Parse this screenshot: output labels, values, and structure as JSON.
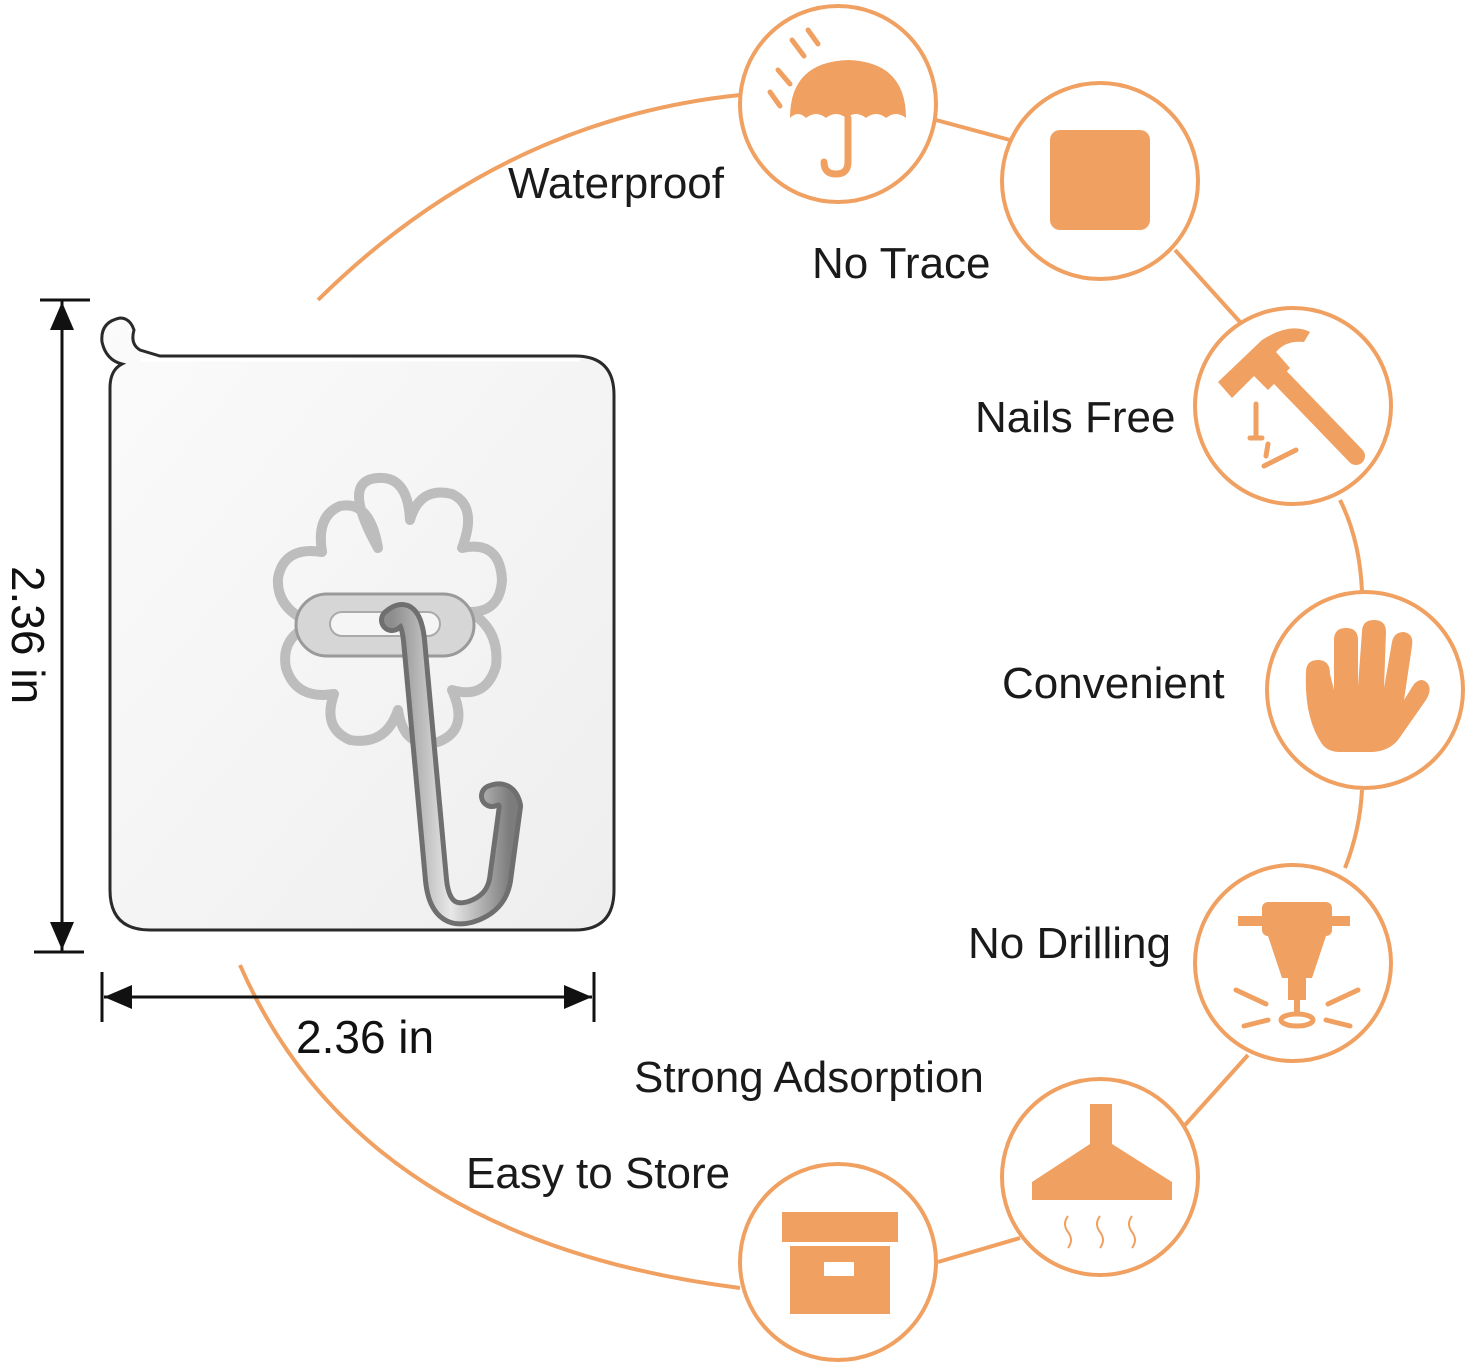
{
  "accent_color": "#f0a060",
  "features": [
    {
      "label": "Waterproof",
      "icon": "umbrella-icon"
    },
    {
      "label": "No Trace",
      "icon": "square-icon"
    },
    {
      "label": "Nails Free",
      "icon": "hammer-icon"
    },
    {
      "label": "Convenient",
      "icon": "hand-icon"
    },
    {
      "label": "No Drilling",
      "icon": "drill-icon"
    },
    {
      "label": "Strong Adsorption",
      "icon": "range-hood-icon"
    },
    {
      "label": "Easy to Store",
      "icon": "storage-box-icon"
    }
  ],
  "dimensions": {
    "width_label": "2.36 in",
    "height_label": "2.36 in"
  }
}
